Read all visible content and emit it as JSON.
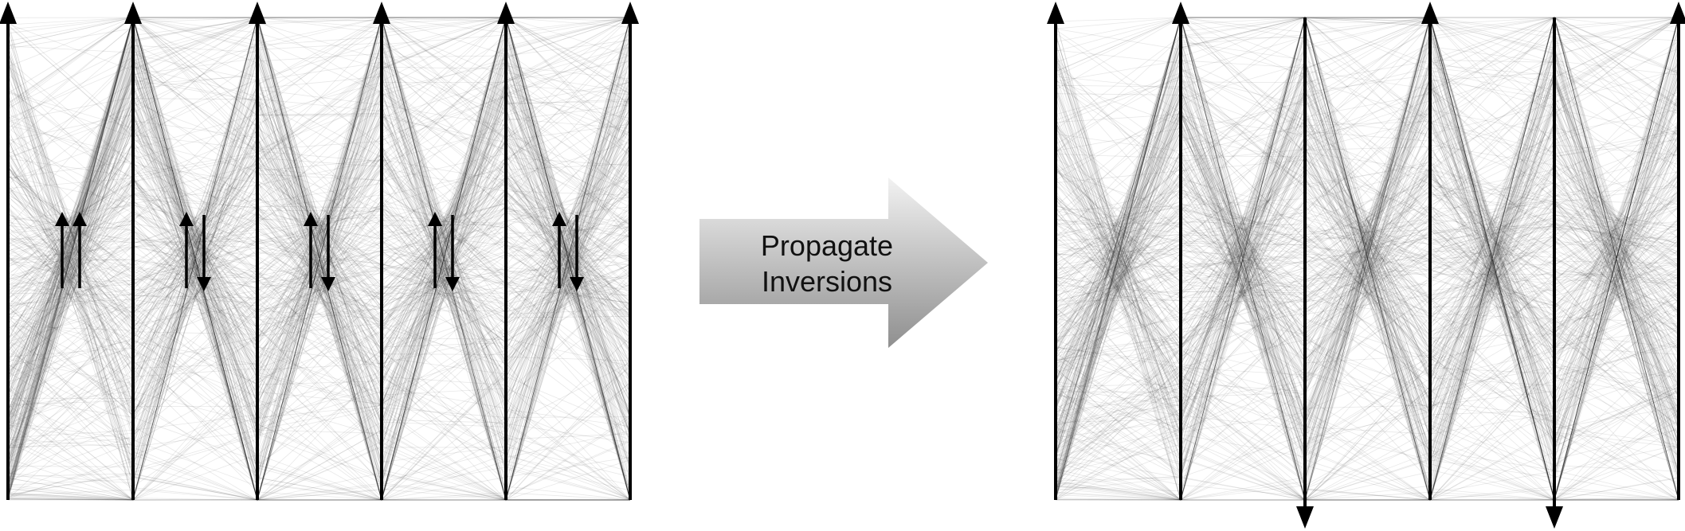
{
  "figure": {
    "arrow_label_line1": "Propagate",
    "arrow_label_line2": "Inversions",
    "colors": {
      "axis": "#000000",
      "line": "#2a2a2a",
      "arrow_gradient_top": "#f2f2f2",
      "arrow_gradient_bottom": "#8f8f8f"
    }
  },
  "left_plot": {
    "axis_count": 6,
    "axis_orientations": [
      "up",
      "up",
      "up",
      "up",
      "up",
      "up"
    ],
    "pair_indicators": [
      {
        "pair": "1-2",
        "symbols": [
          "up-arrow",
          "up-arrow"
        ]
      },
      {
        "pair": "2-3",
        "symbols": [
          "up-arrow",
          "down-arrow"
        ]
      },
      {
        "pair": "3-4",
        "symbols": [
          "up-arrow",
          "down-arrow"
        ]
      },
      {
        "pair": "4-5",
        "symbols": [
          "up-arrow",
          "down-arrow"
        ]
      },
      {
        "pair": "5-6",
        "symbols": [
          "up-arrow",
          "down-arrow"
        ]
      }
    ]
  },
  "right_plot": {
    "axis_count": 6,
    "axis_orientations": [
      "up",
      "up",
      "down",
      "up",
      "down",
      "up"
    ]
  }
}
